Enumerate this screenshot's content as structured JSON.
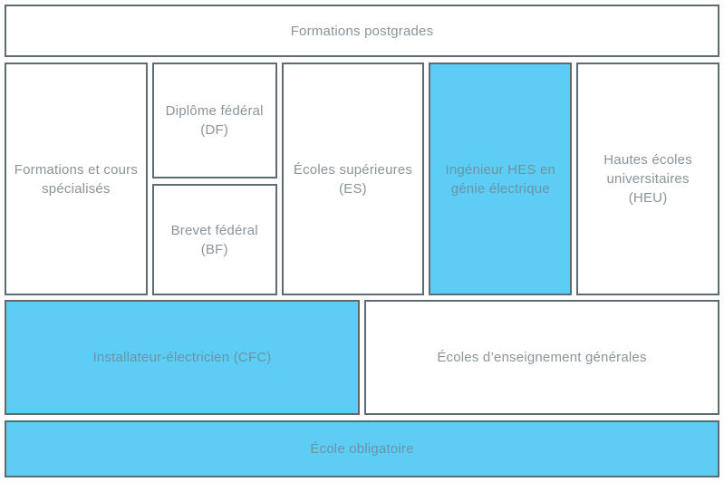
{
  "diagram_title": "Formations postgrades",
  "colors": {
    "highlight_fill": "#5DCDF6",
    "box_fill": "#FFFFFF",
    "border": "#5C6C72",
    "text": "#8A949A",
    "text_on_highlight": "#6B93A4",
    "background": "#FDFDFD"
  },
  "boxes": {
    "postgrades": {
      "label": "Formations postgrades",
      "highlighted": false
    },
    "formations_cours_specialises": {
      "label": "Formations et cours\nspécialisés",
      "highlighted": false
    },
    "diplome_federal": {
      "label": "Diplôme fédéral\n(DF)",
      "highlighted": false
    },
    "brevet_federal": {
      "label": "Brevet fédéral (BF)",
      "highlighted": false
    },
    "ecoles_superieures": {
      "label": "Écoles supérieures\n(ES)",
      "highlighted": false
    },
    "ingenieur_hes": {
      "label": "Ingénieur HES en\ngénie électrique",
      "highlighted": true
    },
    "hautes_ecoles_universitaires": {
      "label": "Hautes écoles\nuniversitaires\n(HEU)",
      "highlighted": false
    },
    "installateur_electricien": {
      "label": "Installateur-électricien (CFC)",
      "highlighted": true
    },
    "ecoles_enseignement_generales": {
      "label": "Écoles d’enseignement générales",
      "highlighted": false
    },
    "ecole_obligatoire": {
      "label": "École obligatoire",
      "highlighted": true
    }
  }
}
